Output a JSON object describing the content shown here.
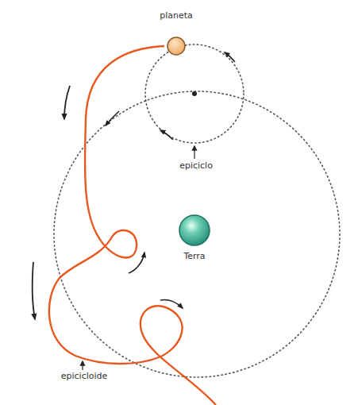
{
  "diagram": {
    "nodes": [
      {
        "text": [
          "planeta"
        ]
      },
      {
        "text": [
          "Terra"
        ]
      }
    ],
    "labels": [
      "epiciclo",
      "epicicloide"
    ]
  }
}
